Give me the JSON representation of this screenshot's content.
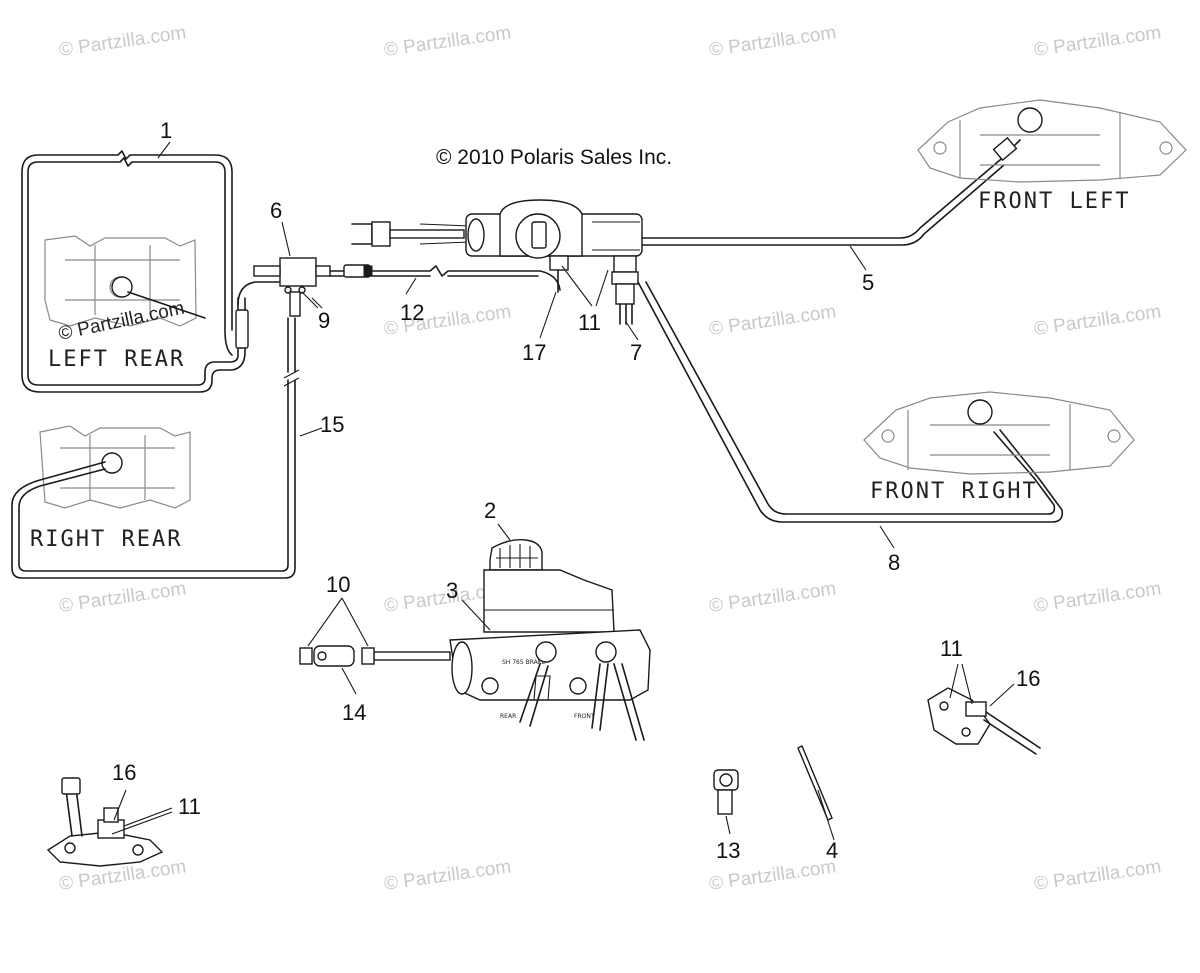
{
  "copyright": "© 2010 Polaris Sales Inc.",
  "watermark": "© Partzilla.com",
  "caliper_labels": {
    "left_rear": "LEFT REAR",
    "right_rear": "RIGHT REAR",
    "front_left": "FRONT LEFT",
    "front_right": "FRONT RIGHT"
  },
  "callouts": {
    "n1": "1",
    "n2": "2",
    "n3": "3",
    "n4": "4",
    "n5": "5",
    "n6": "6",
    "n7": "7",
    "n8": "8",
    "n9": "9",
    "n10": "10",
    "n11a": "11",
    "n11b": "11",
    "n11c": "11",
    "n12": "12",
    "n13": "13",
    "n14": "14",
    "n15": "15",
    "n16a": "16",
    "n16b": "16",
    "n17": "17"
  }
}
